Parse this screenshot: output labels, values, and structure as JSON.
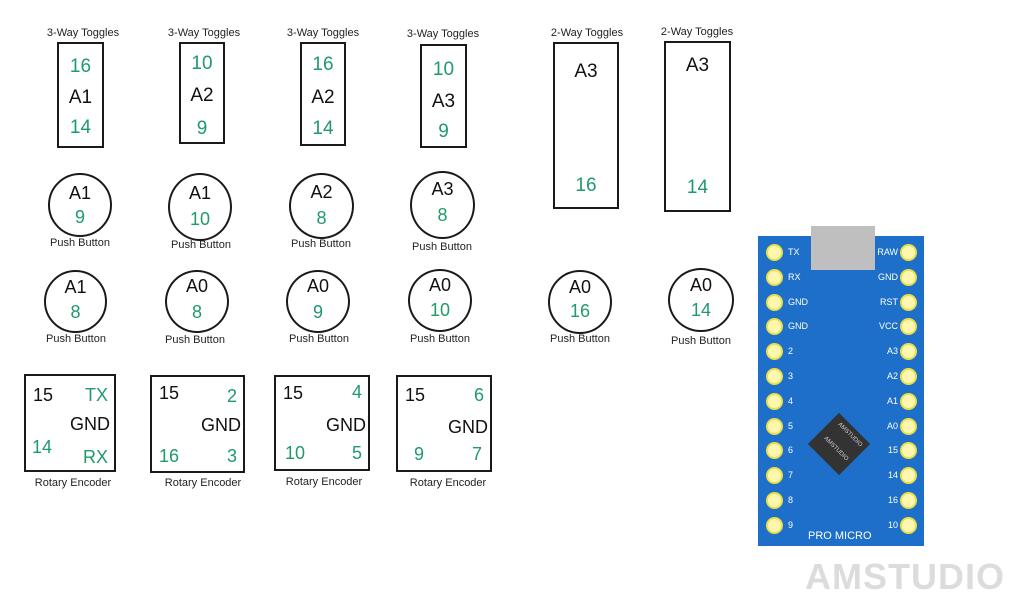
{
  "toggles3": [
    {
      "title": "3-Way Toggles",
      "top": "16",
      "mid": "A1",
      "bot": "14"
    },
    {
      "title": "3-Way Toggles",
      "top": "10",
      "mid": "A2",
      "bot": "9"
    },
    {
      "title": "3-Way Toggles",
      "top": "16",
      "mid": "A2",
      "bot": "14"
    },
    {
      "title": "3-Way Toggles",
      "top": "10",
      "mid": "A3",
      "bot": "9"
    }
  ],
  "toggles2": [
    {
      "title": "2-Way Toggles",
      "top": "A3",
      "bot": "16"
    },
    {
      "title": "2-Way Toggles",
      "top": "A3",
      "bot": "14"
    }
  ],
  "buttons_row1": [
    {
      "top": "A1",
      "bot": "9",
      "label": "Push Button"
    },
    {
      "top": "A1",
      "bot": "10",
      "label": "Push Button"
    },
    {
      "top": "A2",
      "bot": "8",
      "label": "Push Button"
    },
    {
      "top": "A3",
      "bot": "8",
      "label": "Push Button"
    }
  ],
  "buttons_row2": [
    {
      "top": "A1",
      "bot": "8",
      "label": "Push Button"
    },
    {
      "top": "A0",
      "bot": "8",
      "label": "Push Button"
    },
    {
      "top": "A0",
      "bot": "9",
      "label": "Push Button"
    },
    {
      "top": "A0",
      "bot": "10",
      "label": "Push Button"
    },
    {
      "top": "A0",
      "bot": "16",
      "label": "Push Button"
    },
    {
      "top": "A0",
      "bot": "14",
      "label": "Push Button"
    }
  ],
  "encoders": [
    {
      "tl": "15",
      "tr": "TX",
      "mid": "GND",
      "bl": "14",
      "br": "RX",
      "label": "Rotary Encoder"
    },
    {
      "tl": "15",
      "tr": "2",
      "mid": "GND",
      "bl": "16",
      "br": "3",
      "label": "Rotary Encoder"
    },
    {
      "tl": "15",
      "tr": "4",
      "mid": "GND",
      "bl": "10",
      "br": "5",
      "label": "Rotary Encoder"
    },
    {
      "tl": "15",
      "tr": "6",
      "mid": "GND",
      "bl": "9",
      "br": "7",
      "label": "Rotary Encoder"
    }
  ],
  "board": {
    "name": "PRO MICRO",
    "chip_text": "AMSTUDIO",
    "left_pins": [
      "TX",
      "RX",
      "GND",
      "GND",
      "2",
      "3",
      "4",
      "5",
      "6",
      "7",
      "8",
      "9"
    ],
    "right_pins": [
      "RAW",
      "GND",
      "RST",
      "VCC",
      "A3",
      "A2",
      "A1",
      "A0",
      "15",
      "14",
      "16",
      "10"
    ]
  },
  "watermark": "AMSTUDIO",
  "colors": {
    "green": "#1f9a6a",
    "board": "#1d6fc9",
    "pin": "#fff6b0"
  }
}
